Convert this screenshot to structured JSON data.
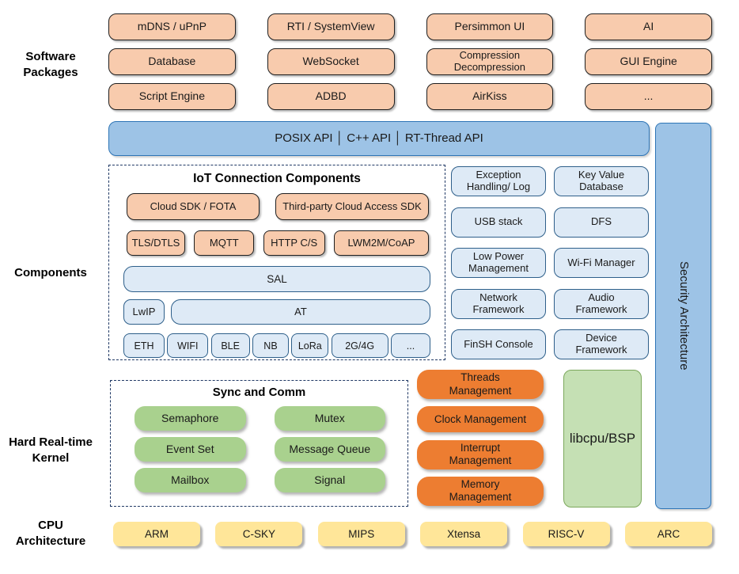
{
  "labels": {
    "packages": "Software\nPackages",
    "components": "Components",
    "kernel": "Hard Real-time\nKernel",
    "cpu": "CPU\nArchitecture"
  },
  "software": {
    "items": [
      "mDNS / uPnP",
      "RTI / SystemView",
      "Persimmon UI",
      "AI",
      "Database",
      "WebSocket",
      "Compression\nDecompression",
      "GUI Engine",
      "Script Engine",
      "ADBD",
      "AirKiss",
      "..."
    ]
  },
  "api_bar": {
    "label": "POSIX API │ C++ API │ RT-Thread API"
  },
  "security": {
    "label": "Security Architecture"
  },
  "iot": {
    "title": "IoT Connection Components",
    "sdk": [
      "Cloud SDK / FOTA",
      "Third-party Cloud Access SDK"
    ],
    "protocols": [
      "TLS/DTLS",
      "MQTT",
      "HTTP C/S",
      "LWM2M/CoAP"
    ],
    "sal": "SAL",
    "lwip": "LwIP",
    "at": "AT",
    "phy": [
      "ETH",
      "WIFI",
      "BLE",
      "NB",
      "LoRa",
      "2G/4G",
      "..."
    ]
  },
  "components": {
    "items": [
      "Exception\nHandling/ Log",
      "Key Value\nDatabase",
      "USB stack",
      "DFS",
      "Low Power\nManagement",
      "Wi-Fi Manager",
      "Network\nFramework",
      "Audio\nFramework",
      "FinSH Console",
      "Device\nFramework"
    ]
  },
  "kernel": {
    "sync": {
      "title": "Sync and Comm",
      "items": [
        "Semaphore",
        "Mutex",
        "Event Set",
        "Message Queue",
        "Mailbox",
        "Signal"
      ]
    },
    "mgmt": [
      "Threads\nManagement",
      "Clock Management",
      "Interrupt\nManagement",
      "Memory\nManagement"
    ],
    "libcpu": "libcpu/BSP"
  },
  "cpu": {
    "items": [
      "ARM",
      "C-SKY",
      "MIPS",
      "Xtensa",
      "RISC-V",
      "ARC"
    ]
  },
  "palette": {
    "package_fill": "#F8CBAD",
    "api_fill": "#9DC3E6",
    "component_fill": "#DEEAF6",
    "component_border": "#2E5F8A",
    "sync_fill": "#A9D18E",
    "mgmt_fill": "#ED7D31",
    "libcpu_fill": "#C5E0B4",
    "cpu_fill": "#FFE699",
    "dashed_border": "#1F3864"
  }
}
